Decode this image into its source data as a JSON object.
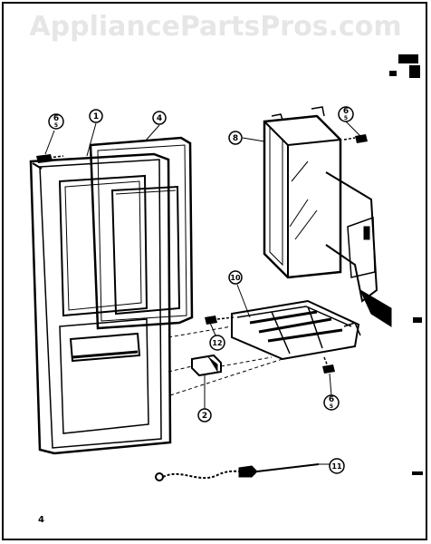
{
  "watermark": "AppliancePartsPros.com",
  "page_number": "4",
  "callouts": [
    {
      "id": "c-screw-left-top",
      "text": "6",
      "sub": "5"
    },
    {
      "id": "c-1",
      "text": "1"
    },
    {
      "id": "c-4",
      "text": "4"
    },
    {
      "id": "c-8",
      "text": "8"
    },
    {
      "id": "c-screw-right-top",
      "text": "6",
      "sub": "5"
    },
    {
      "id": "c-10",
      "text": "10"
    },
    {
      "id": "c-12",
      "text": "12"
    },
    {
      "id": "c-2",
      "text": "2"
    },
    {
      "id": "c-screw-right-bottom",
      "text": "6",
      "sub": "5"
    },
    {
      "id": "c-11",
      "text": "11"
    }
  ]
}
